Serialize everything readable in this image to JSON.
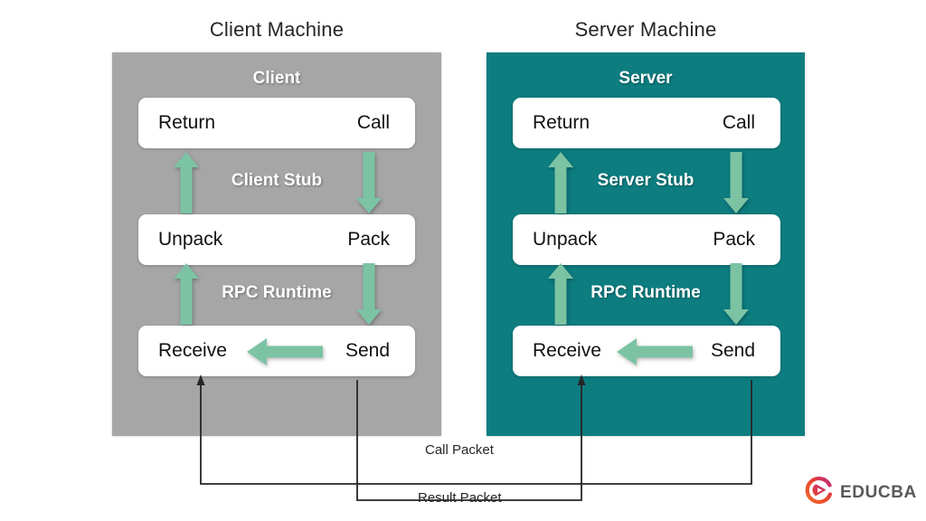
{
  "diagram": {
    "title_client": "Client Machine",
    "title_server": "Server Machine"
  },
  "client_panel": {
    "heading": "Client",
    "bg_color": "#a6a6a6",
    "rows": [
      {
        "left": "Return",
        "right": "Call"
      },
      {
        "left": "Unpack",
        "right": "Pack"
      },
      {
        "left": "Receive",
        "right": "Send"
      }
    ],
    "labels": {
      "stub": "Client Stub",
      "runtime": "RPC Runtime"
    }
  },
  "server_panel": {
    "heading": "Server",
    "bg_color": "#0d7d80",
    "rows": [
      {
        "left": "Return",
        "right": "Call"
      },
      {
        "left": "Unpack",
        "right": "Pack"
      },
      {
        "left": "Receive",
        "right": "Send"
      }
    ],
    "labels": {
      "stub": "Server Stub",
      "runtime": "RPC Runtime"
    }
  },
  "connectors": {
    "call_packet": "Call Packet",
    "result_packet": "Result Packet",
    "line_color": "#262626"
  },
  "arrows": {
    "color": "#7cc3a4",
    "up_icon": "arrow-up-icon",
    "down_icon": "arrow-down-icon",
    "left_icon": "arrow-left-icon"
  },
  "branding": {
    "wordmark": "EDUCBA",
    "logo_colors": {
      "outer": "#e8432f",
      "inner": "#c0287a"
    }
  }
}
